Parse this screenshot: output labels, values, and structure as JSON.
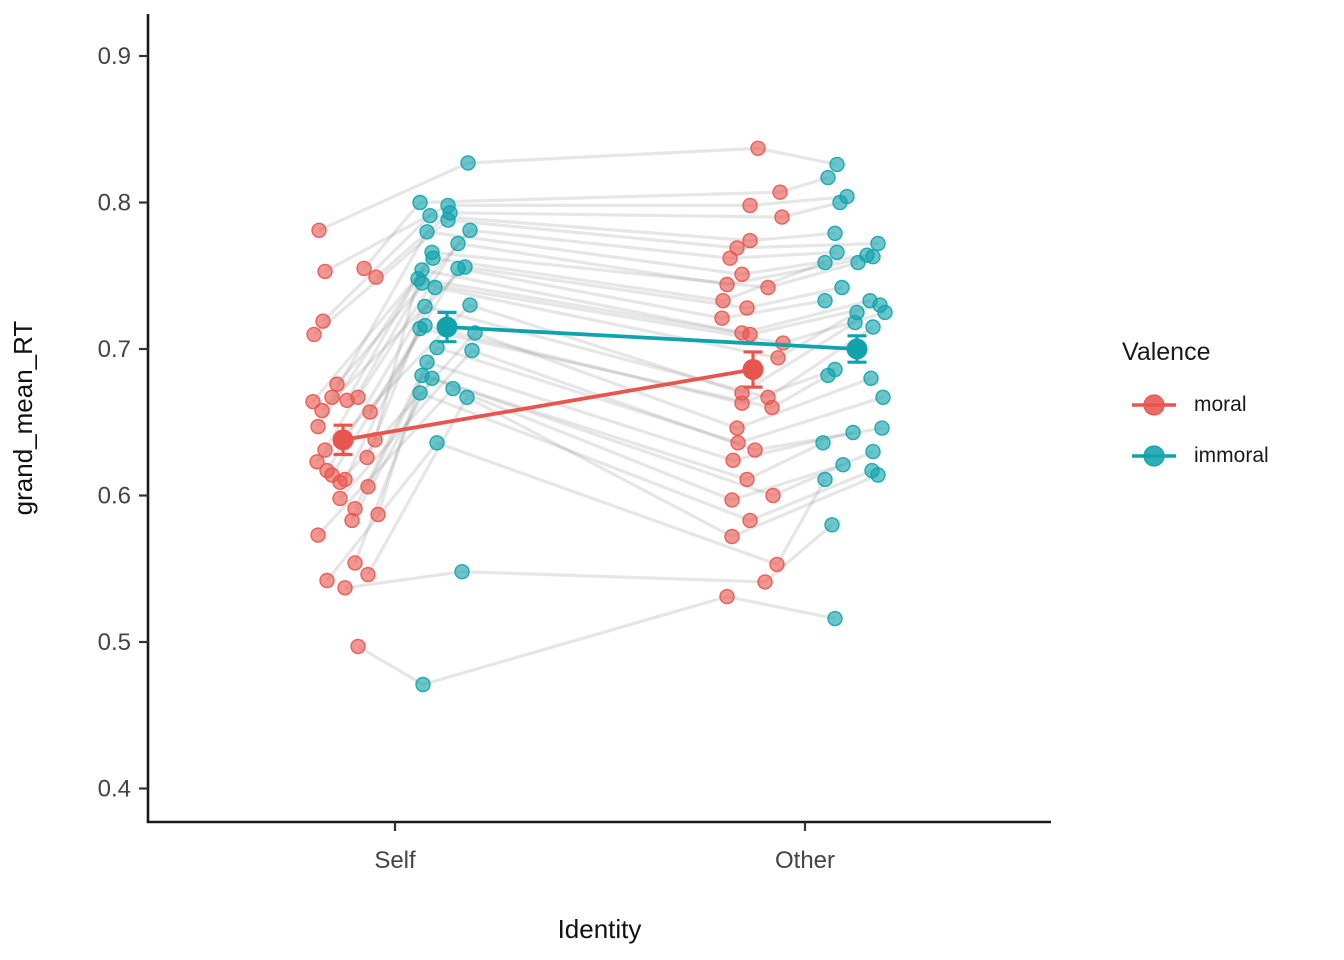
{
  "chart_data": {
    "type": "scatter",
    "title": "",
    "xlabel": "Identity",
    "ylabel": "grand_mean_RT",
    "x_categories": [
      "Self",
      "Other"
    ],
    "y_ticks": [
      0.4,
      0.5,
      0.6,
      0.7,
      0.8,
      0.9
    ],
    "ylim": [
      0.377,
      0.93
    ],
    "grid": "off",
    "legend": {
      "title": "Valence",
      "position": "right"
    },
    "colors": {
      "moral": "#E8554E",
      "immoral": "#10A3AD",
      "subject_line": "#8F8F8F",
      "axis": "#1a1a1a",
      "tick_label": "#444444"
    },
    "n_subjects": 33,
    "series": [
      {
        "name": "moral",
        "color": "#E8554E",
        "means": {
          "Self": {
            "mean": 0.638,
            "se": 0.01,
            "dx": -52
          },
          "Other": {
            "mean": 0.686,
            "se": 0.012,
            "dx": -52
          }
        },
        "points": {
          "Self": [
            [
              -76,
              0.781
            ],
            [
              -31,
              0.755
            ],
            [
              -70,
              0.753
            ],
            [
              -19,
              0.749
            ],
            [
              -72,
              0.719
            ],
            [
              -81,
              0.71
            ],
            [
              -58,
              0.676
            ],
            [
              -63,
              0.667
            ],
            [
              -37,
              0.667
            ],
            [
              -48,
              0.665
            ],
            [
              -82,
              0.664
            ],
            [
              -73,
              0.658
            ],
            [
              -25,
              0.657
            ],
            [
              -77,
              0.647
            ],
            [
              -20,
              0.638
            ],
            [
              -70,
              0.631
            ],
            [
              -28,
              0.626
            ],
            [
              -78,
              0.623
            ],
            [
              -68,
              0.617
            ],
            [
              -63,
              0.614
            ],
            [
              -50,
              0.611
            ],
            [
              -55,
              0.609
            ],
            [
              -27,
              0.606
            ],
            [
              -55,
              0.598
            ],
            [
              -40,
              0.591
            ],
            [
              -17,
              0.587
            ],
            [
              -43,
              0.583
            ],
            [
              -77,
              0.573
            ],
            [
              -40,
              0.554
            ],
            [
              -27,
              0.546
            ],
            [
              -68,
              0.542
            ],
            [
              -50,
              0.537
            ],
            [
              -37,
              0.497
            ]
          ],
          "Other": [
            [
              -47,
              0.837
            ],
            [
              -25,
              0.807
            ],
            [
              -55,
              0.798
            ],
            [
              -23,
              0.79
            ],
            [
              -55,
              0.774
            ],
            [
              -68,
              0.769
            ],
            [
              -75,
              0.762
            ],
            [
              -63,
              0.751
            ],
            [
              -78,
              0.744
            ],
            [
              -37,
              0.742
            ],
            [
              -82,
              0.733
            ],
            [
              -58,
              0.728
            ],
            [
              -83,
              0.721
            ],
            [
              -63,
              0.711
            ],
            [
              -55,
              0.71
            ],
            [
              -22,
              0.704
            ],
            [
              -27,
              0.694
            ],
            [
              -63,
              0.67
            ],
            [
              -37,
              0.667
            ],
            [
              -63,
              0.663
            ],
            [
              -33,
              0.66
            ],
            [
              -68,
              0.646
            ],
            [
              -67,
              0.636
            ],
            [
              -50,
              0.631
            ],
            [
              -72,
              0.624
            ],
            [
              -58,
              0.611
            ],
            [
              -32,
              0.6
            ],
            [
              -73,
              0.597
            ],
            [
              -55,
              0.583
            ],
            [
              -73,
              0.572
            ],
            [
              -28,
              0.553
            ],
            [
              -40,
              0.541
            ],
            [
              -78,
              0.531
            ]
          ]
        }
      },
      {
        "name": "immoral",
        "color": "#10A3AD",
        "means": {
          "Self": {
            "mean": 0.715,
            "se": 0.01,
            "dx": 52
          },
          "Other": {
            "mean": 0.7,
            "se": 0.009,
            "dx": 52
          }
        },
        "points": {
          "Self": [
            [
              73,
              0.827
            ],
            [
              25,
              0.8
            ],
            [
              53,
              0.798
            ],
            [
              55,
              0.793
            ],
            [
              35,
              0.791
            ],
            [
              53,
              0.788
            ],
            [
              75,
              0.781
            ],
            [
              32,
              0.78
            ],
            [
              63,
              0.772
            ],
            [
              37,
              0.766
            ],
            [
              38,
              0.762
            ],
            [
              70,
              0.756
            ],
            [
              63,
              0.755
            ],
            [
              27,
              0.754
            ],
            [
              23,
              0.748
            ],
            [
              27,
              0.745
            ],
            [
              40,
              0.742
            ],
            [
              75,
              0.73
            ],
            [
              30,
              0.729
            ],
            [
              30,
              0.716
            ],
            [
              25,
              0.714
            ],
            [
              80,
              0.711
            ],
            [
              42,
              0.701
            ],
            [
              77,
              0.699
            ],
            [
              32,
              0.691
            ],
            [
              27,
              0.682
            ],
            [
              37,
              0.68
            ],
            [
              58,
              0.673
            ],
            [
              25,
              0.67
            ],
            [
              72,
              0.667
            ],
            [
              42,
              0.636
            ],
            [
              67,
              0.548
            ],
            [
              28,
              0.471
            ]
          ],
          "Other": [
            [
              32,
              0.826
            ],
            [
              23,
              0.817
            ],
            [
              42,
              0.804
            ],
            [
              35,
              0.8
            ],
            [
              30,
              0.779
            ],
            [
              73,
              0.772
            ],
            [
              32,
              0.766
            ],
            [
              62,
              0.764
            ],
            [
              68,
              0.763
            ],
            [
              53,
              0.759
            ],
            [
              20,
              0.759
            ],
            [
              37,
              0.742
            ],
            [
              20,
              0.733
            ],
            [
              65,
              0.733
            ],
            [
              75,
              0.73
            ],
            [
              80,
              0.725
            ],
            [
              52,
              0.725
            ],
            [
              50,
              0.718
            ],
            [
              68,
              0.715
            ],
            [
              30,
              0.686
            ],
            [
              23,
              0.682
            ],
            [
              66,
              0.68
            ],
            [
              78,
              0.667
            ],
            [
              77,
              0.646
            ],
            [
              48,
              0.643
            ],
            [
              18,
              0.636
            ],
            [
              68,
              0.63
            ],
            [
              38,
              0.621
            ],
            [
              67,
              0.617
            ],
            [
              73,
              0.614
            ],
            [
              20,
              0.611
            ],
            [
              27,
              0.58
            ],
            [
              30,
              0.516
            ]
          ]
        }
      }
    ]
  }
}
